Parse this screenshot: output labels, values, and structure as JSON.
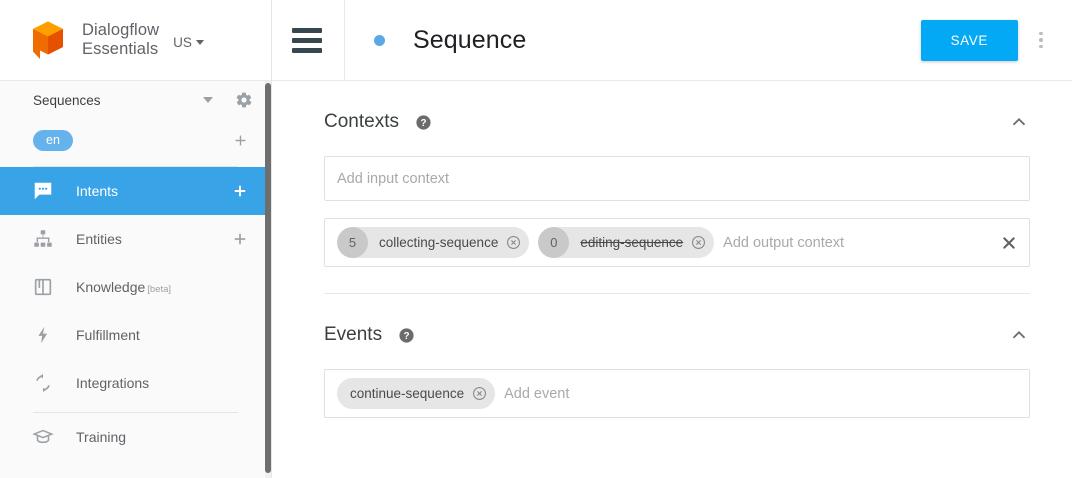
{
  "brand": {
    "logo_icon": "dialogflow-cube-logo",
    "name_line1": "Dialogflow",
    "name_line2": "Essentials",
    "region": "US",
    "region_caret_icon": "caret-down-icon"
  },
  "sidebar": {
    "agent": {
      "name": "Sequences",
      "dropdown_icon": "caret-down-icon",
      "settings_icon": "gear-icon"
    },
    "language": {
      "code": "en",
      "add_icon": "plus-icon"
    },
    "items": [
      {
        "label": "Intents",
        "icon": "speech-bubble-icon",
        "active": true,
        "add_icon": "plus-icon"
      },
      {
        "label": "Entities",
        "icon": "hierarchy-icon",
        "active": false,
        "add_icon": "plus-icon"
      },
      {
        "label": "Knowledge",
        "icon": "book-icon",
        "active": false,
        "badge": "[beta]"
      },
      {
        "label": "Fulfillment",
        "icon": "lightning-bolt-icon",
        "active": false
      },
      {
        "label": "Integrations",
        "icon": "refresh-arrows-icon",
        "active": false
      },
      {
        "label": "Training",
        "icon": "graduation-cap-icon",
        "active": false
      }
    ]
  },
  "topbar": {
    "menu_icon": "hamburger-menu-icon",
    "status_dot_icon": "blue-dot-icon",
    "title": "Sequence",
    "save_label": "SAVE",
    "more_icon": "kebab-menu-icon"
  },
  "contexts": {
    "title": "Contexts",
    "help_icon": "help-circle-icon",
    "collapse_icon": "chevron-up-icon",
    "input_placeholder": "Add input context",
    "output_placeholder": "Add output context",
    "clear_icon": "close-x-icon",
    "output_chips": [
      {
        "lifespan": "5",
        "name": "collecting-sequence",
        "struck": false,
        "remove_icon": "remove-circle-icon"
      },
      {
        "lifespan": "0",
        "name": "editing-sequence",
        "struck": true,
        "remove_icon": "remove-circle-icon"
      }
    ]
  },
  "events": {
    "title": "Events",
    "help_icon": "help-circle-icon",
    "collapse_icon": "chevron-up-icon",
    "placeholder": "Add event",
    "chips": [
      {
        "name": "continue-sequence",
        "remove_icon": "remove-circle-icon"
      }
    ]
  },
  "colors": {
    "accent_blue": "#03a9f4",
    "active_nav": "#39a3e8",
    "logo_orange": "#f57c00",
    "chip_grey": "#e6e6e6"
  }
}
